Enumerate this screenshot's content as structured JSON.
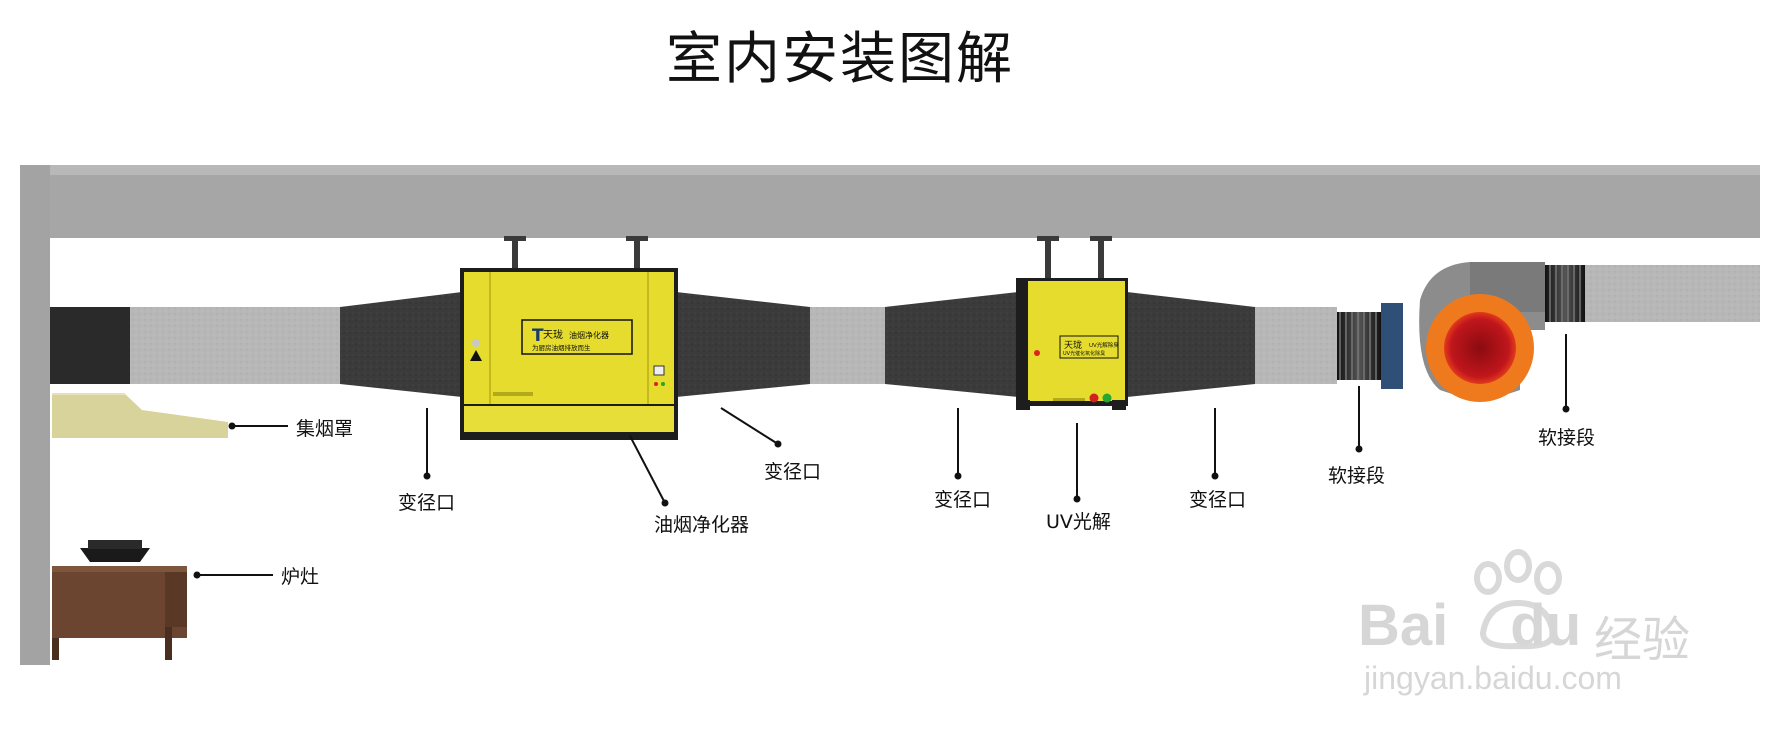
{
  "title": "室内安装图解",
  "labels": {
    "hood": "集烟罩",
    "stove": "炉灶",
    "reducer_1": "变径口",
    "purifier": "油烟净化器",
    "reducer_2": "变径口",
    "reducer_3": "变径口",
    "uv": "UV光解",
    "reducer_4": "变径口",
    "flex_1": "软接段",
    "flex_2": "软接段"
  },
  "devices": {
    "purifier_brand": "天珑",
    "purifier_name": "油烟净化器",
    "purifier_slogan": "为厨房油烟排放而生",
    "uv_brand": "天珑",
    "uv_name": "UV光解除臭",
    "uv_slogan": "UV光催化氧化除臭"
  },
  "watermark": {
    "brand": "Bai",
    "brand2": "du",
    "service": "经验",
    "url": "jingyan.baidu.com"
  },
  "colors": {
    "structure": "#a3a3a3",
    "duct": "#b5b5b5",
    "reducer": "#3a3a3a",
    "device_yellow": "#e5dc2e",
    "fan_orange": "#f07a1c",
    "fan_red": "#b4141a",
    "stove_brown": "#6b4530",
    "hood_beige": "#d8d39a"
  }
}
